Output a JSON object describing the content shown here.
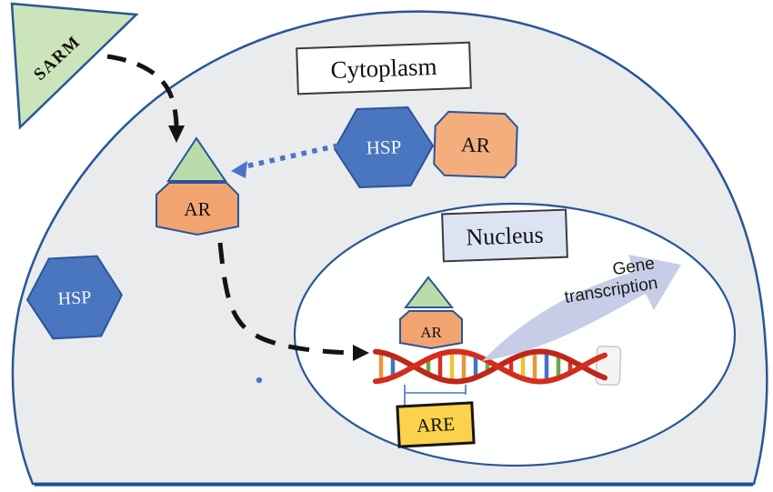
{
  "diagram": {
    "region_labels": {
      "cytoplasm": "Cytoplasm",
      "nucleus": "Nucleus"
    },
    "molecules": {
      "sarm": "SARM",
      "hsp_chaperone": "HSP",
      "ar_chaperoned": "AR",
      "ar_cytoplasm_complex": "AR",
      "hsp_released": "HSP",
      "ar_nucleus_complex": "AR",
      "are": "ARE"
    },
    "annotations": {
      "gene_transcription_line1": "Gene",
      "gene_transcription_line2": "transcription"
    },
    "colors": {
      "cell_fill": "#e9ebed",
      "membrane_stroke": "#2b5597",
      "nucleus_fill": "#feffff",
      "nucleus_label_fill": "#dce4f4",
      "sarm_green": "#cbe4ba",
      "triangle_green": "#b9dcab",
      "hsp_blue": "#4a75bf",
      "ar_orange": "#f2a470",
      "ar_chaperoned_orange": "#f4ae7d",
      "are_yellow": "#fbd24b",
      "swoosh_lavender": "#c7cde6",
      "arrow_black": "#141414",
      "dotted_arrow_blue": "#4a74c4",
      "dna_strand_front": "#d42d1d",
      "dna_strand_back": "#bf2717",
      "dna_rung_colors": [
        "#e8973b",
        "#4472c4",
        "#6aa84f",
        "#d93025",
        "#f1c232"
      ]
    }
  }
}
